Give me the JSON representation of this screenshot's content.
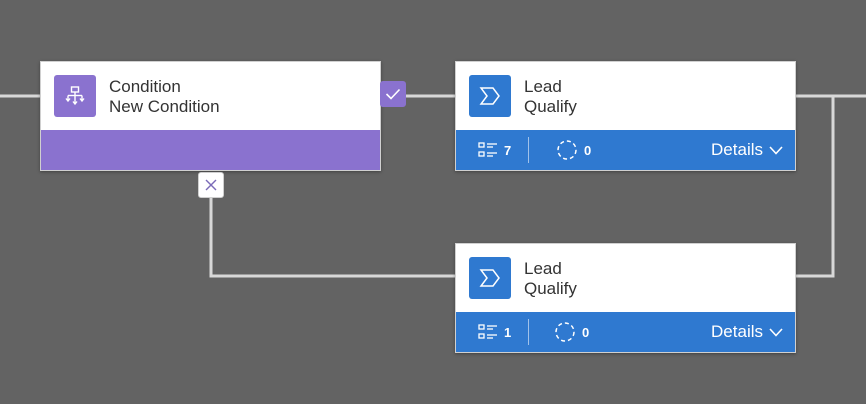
{
  "condition": {
    "title": "Condition",
    "subtitle": "New Condition",
    "icon": "flow-branch-icon",
    "color": "#8a72cf"
  },
  "branches": {
    "yes_icon": "checkmark-icon",
    "no_icon": "close-icon"
  },
  "actions": [
    {
      "title": "Lead",
      "subtitle": "Qualify",
      "icon": "chevron-step-icon",
      "steps_count": "7",
      "pending_count": "0",
      "details_label": "Details"
    },
    {
      "title": "Lead",
      "subtitle": "Qualify",
      "icon": "chevron-step-icon",
      "steps_count": "1",
      "pending_count": "0",
      "details_label": "Details"
    }
  ],
  "colors": {
    "canvas": "#636363",
    "connector": "#d8d8d8",
    "action_blue": "#2f79d0",
    "condition_purple": "#8a72cf"
  }
}
